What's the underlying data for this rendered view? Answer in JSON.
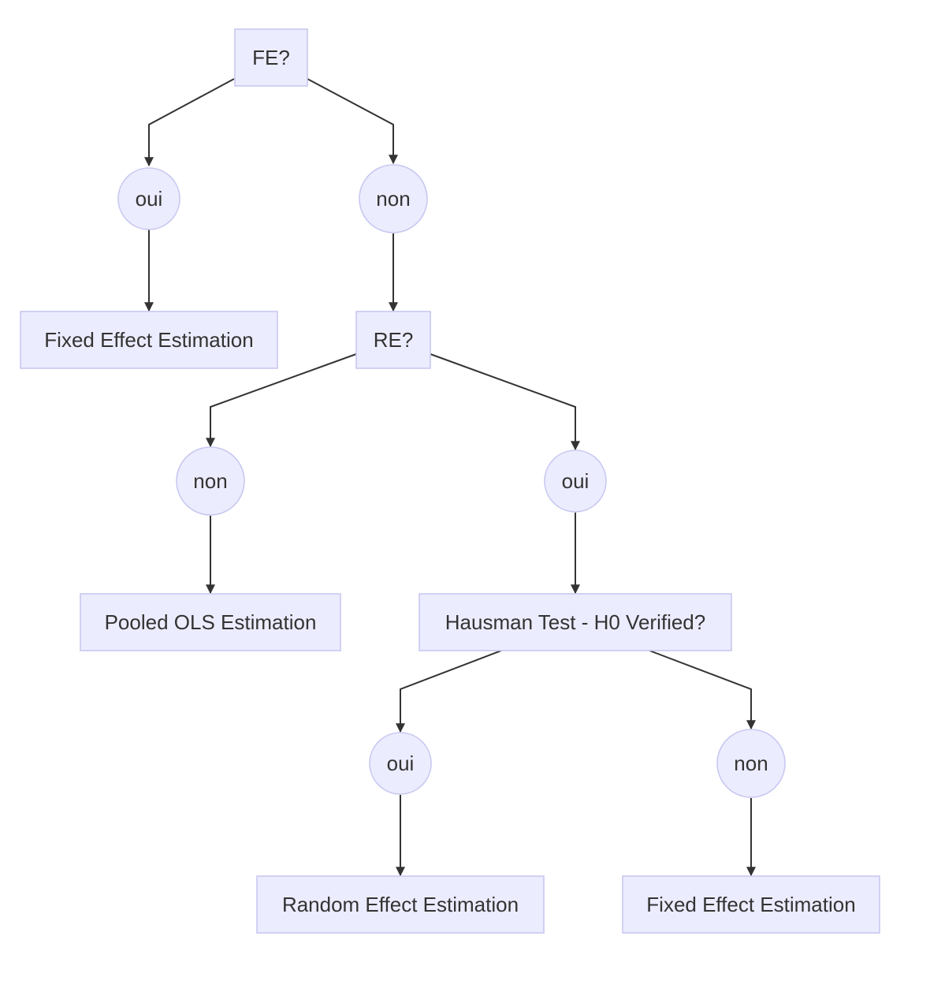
{
  "diagram": {
    "type": "flowchart",
    "nodes": {
      "fe_question": "FE?",
      "fe_yes": "oui",
      "fe_no": "non",
      "fe_estimation_1": "Fixed Effect Estimation",
      "re_question": "RE?",
      "re_no": "non",
      "re_yes": "oui",
      "pooled_ols": "Pooled OLS Estimation",
      "hausman_test": "Hausman Test - H0 Verified?",
      "h0_yes": "oui",
      "h0_no": "non",
      "random_effect": "Random Effect Estimation",
      "fe_estimation_2": "Fixed Effect Estimation"
    },
    "edges": [
      [
        "fe_question",
        "fe_yes"
      ],
      [
        "fe_question",
        "fe_no"
      ],
      [
        "fe_yes",
        "fe_estimation_1"
      ],
      [
        "fe_no",
        "re_question"
      ],
      [
        "re_question",
        "re_no"
      ],
      [
        "re_question",
        "re_yes"
      ],
      [
        "re_no",
        "pooled_ols"
      ],
      [
        "re_yes",
        "hausman_test"
      ],
      [
        "hausman_test",
        "h0_yes"
      ],
      [
        "hausman_test",
        "h0_no"
      ],
      [
        "h0_yes",
        "random_effect"
      ],
      [
        "h0_no",
        "fe_estimation_2"
      ]
    ],
    "colors": {
      "node_fill": "#ECECFF",
      "node_stroke": "#C8C8F0",
      "edge": "#333333",
      "text": "#333333"
    }
  }
}
